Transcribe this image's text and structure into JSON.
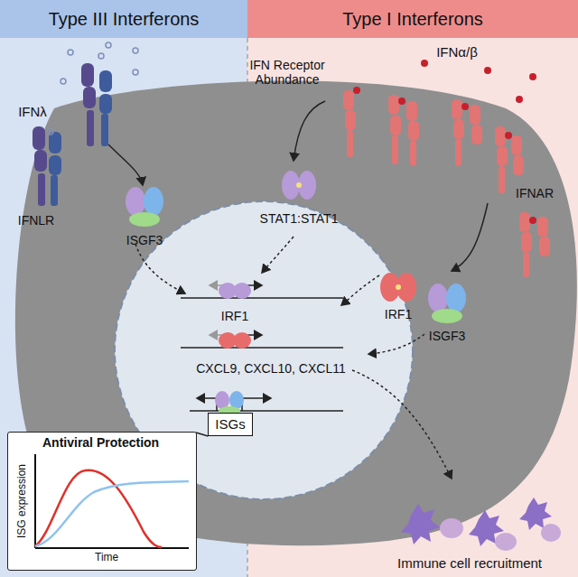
{
  "diagram": {
    "nodes": [
      {
        "text": [
          "Type III Interferons"
        ]
      },
      {
        "text": [
          "Type I Interferons"
        ]
      },
      {
        "text": [
          "ISGs"
        ]
      },
      {
        "text": [
          "Antiviral Protection",
          "ISG expression",
          "Time"
        ]
      }
    ],
    "edges": [
      {
        "from": 2,
        "to": 3,
        "arrow": "none"
      }
    ],
    "labels": [
      "IFNλ",
      "IFNLR",
      "ISGF3",
      "IFN Receptor Abundance",
      "IFNα/β",
      "IFNAR",
      "STAT1:STAT1",
      "IRF1",
      "ISGF3",
      "IRF1",
      "CXCL9, CXCL10, CXCL11",
      "Immune cell recruitment"
    ]
  }
}
